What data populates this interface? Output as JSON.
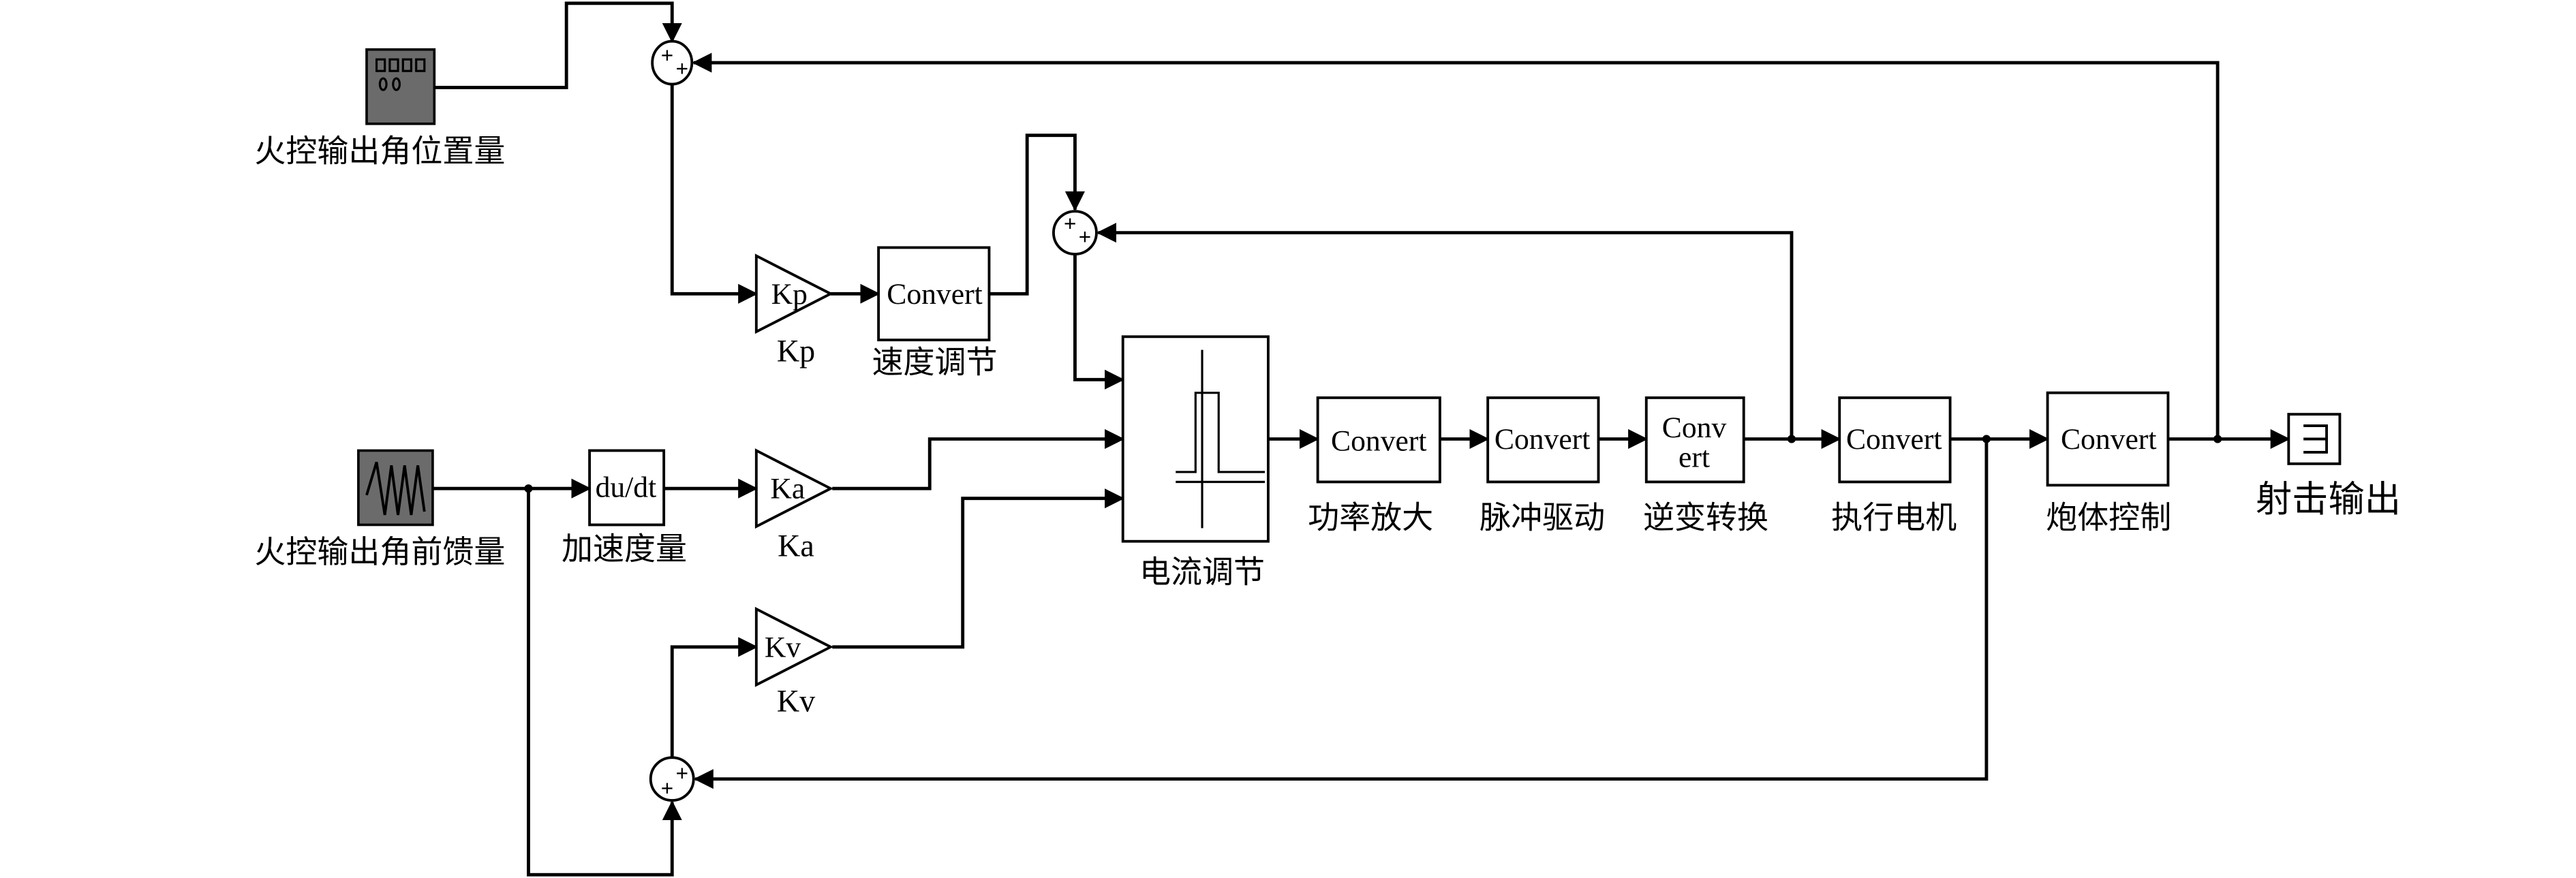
{
  "sources": {
    "position": "火控输出角位置量",
    "feedforward": "火控输出角前馈量"
  },
  "blocks": {
    "kp_inner": "Kp",
    "kp_label": "Kp",
    "ka_inner": "Ka",
    "ka_label": "Ka",
    "kv_inner": "Kv",
    "kv_label": "Kv",
    "speed_inner": "Convert",
    "speed_label": "速度调节",
    "deriv_inner": "du/dt",
    "deriv_label": "加速度量",
    "current_label": "电流调节",
    "power_inner": "Convert",
    "power_label": "功率放大",
    "pulse_inner": "Convert",
    "pulse_label": "脉冲驱动",
    "inverter_inner_1": "Conv",
    "inverter_inner_2": "ert",
    "inverter_label": "逆变转换",
    "motor_inner": "Convert",
    "motor_label": "执行电机",
    "gun_inner": "Convert",
    "gun_label": "炮体控制",
    "output_label": "射击输出"
  },
  "sum_sign": "+"
}
